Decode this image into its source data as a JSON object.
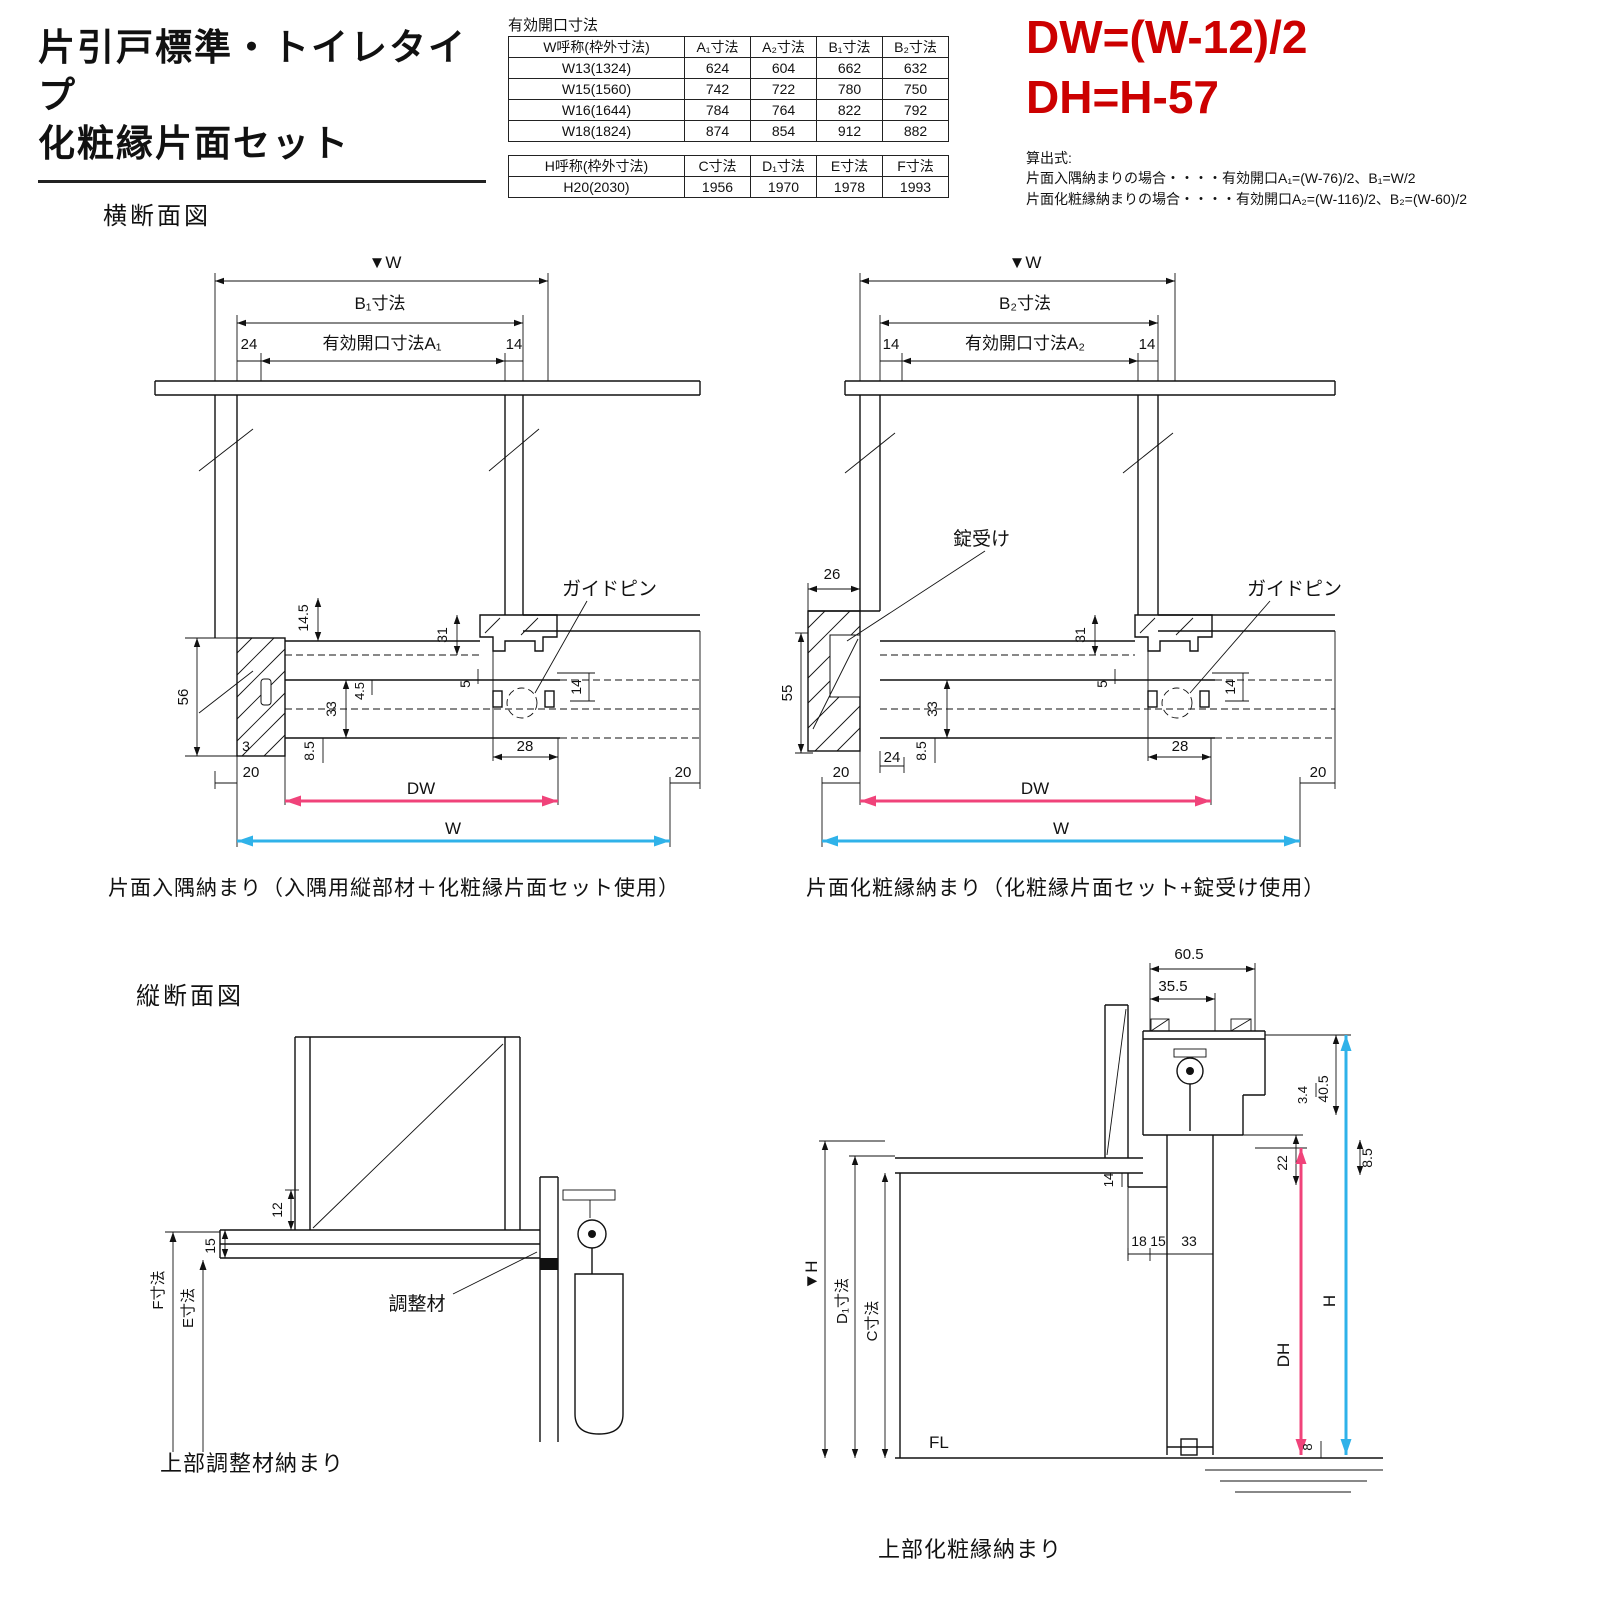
{
  "title": {
    "line1": "片引戸標準・トイレタイプ",
    "line2": "化粧縁片面セット"
  },
  "colors": {
    "annotation_pink": "#f0437a",
    "annotation_blue": "#2fb2e9",
    "formula_red": "#cc0000",
    "line": "#111111"
  },
  "opening_table": {
    "caption": "有効開口寸法",
    "headers": [
      "W呼称(枠外寸法)",
      "A₁寸法",
      "A₂寸法",
      "B₁寸法",
      "B₂寸法"
    ],
    "rows": [
      [
        "W13(1324)",
        "624",
        "604",
        "662",
        "632"
      ],
      [
        "W15(1560)",
        "742",
        "722",
        "780",
        "750"
      ],
      [
        "W16(1644)",
        "784",
        "764",
        "822",
        "792"
      ],
      [
        "W18(1824)",
        "874",
        "854",
        "912",
        "882"
      ]
    ]
  },
  "height_table": {
    "headers": [
      "H呼称(枠外寸法)",
      "C寸法",
      "D₁寸法",
      "E寸法",
      "F寸法"
    ],
    "rows": [
      [
        "H20(2030)",
        "1956",
        "1970",
        "1978",
        "1993"
      ]
    ]
  },
  "formulas": {
    "dw": "DW=(W-12)/2",
    "dh": "DH=H-57"
  },
  "calc_notes": {
    "heading": "算出式:",
    "line1": "片面入隅納まりの場合・・・・有効開口A₁=(W-76)/2、B₁=W/2",
    "line2": "片面化粧縁納まりの場合・・・・有効開口A₂=(W-116)/2、B₂=(W-60)/2"
  },
  "section_labels": {
    "horizontal": "横断面図",
    "vertical": "縦断面図"
  },
  "diag_left": {
    "w_top": "▼W",
    "b_dim": "B₁寸法",
    "d24": "24",
    "opening": "有効開口寸法A₁",
    "d14": "14",
    "d14_5": "14.5",
    "d31": "31",
    "d56": "56",
    "d33": "33",
    "d4_5": "4.5",
    "d5": "5",
    "d14b": "14",
    "guide_pin": "ガイドピン",
    "d3": "3",
    "d8_5": "8.5",
    "d28": "28",
    "d20l": "20",
    "dw": "DW",
    "d20r": "20",
    "w": "W",
    "caption": "片面入隅納まり（入隅用縦部材＋化粧縁片面セット使用）"
  },
  "diag_right": {
    "w_top": "▼W",
    "b_dim": "B₂寸法",
    "d14l": "14",
    "opening": "有効開口寸法A₂",
    "d14r": "14",
    "d26": "26",
    "lock": "錠受け",
    "guide_pin": "ガイドピン",
    "d31": "31",
    "d55": "55",
    "d33": "33",
    "d5": "5",
    "d14b": "14",
    "d24": "24",
    "d8_5": "8.5",
    "d28": "28",
    "d20l": "20",
    "dw": "DW",
    "d20r": "20",
    "w": "W",
    "caption": "片面化粧縁納まり（化粧縁片面セット+錠受け使用）"
  },
  "diag_bottom_left": {
    "caption": "上部調整材納まり",
    "d12": "12",
    "d15": "15",
    "f_dim": "F寸法",
    "e_dim": "E寸法",
    "adjuster": "調整材"
  },
  "diag_bottom_right": {
    "caption": "上部化粧縁納まり",
    "d60_5": "60.5",
    "d35_5": "35.5",
    "d3_4": "3.4",
    "d40_5": "40.5",
    "d22": "22",
    "d8_5": "8.5",
    "d14": "14",
    "d18": "18",
    "d15": "15",
    "d33": "33",
    "h_top": "▼H",
    "d1_dim": "D₁寸法",
    "c_dim": "C寸法",
    "dh": "DH",
    "h": "H",
    "fl": "FL",
    "d8": "8"
  }
}
